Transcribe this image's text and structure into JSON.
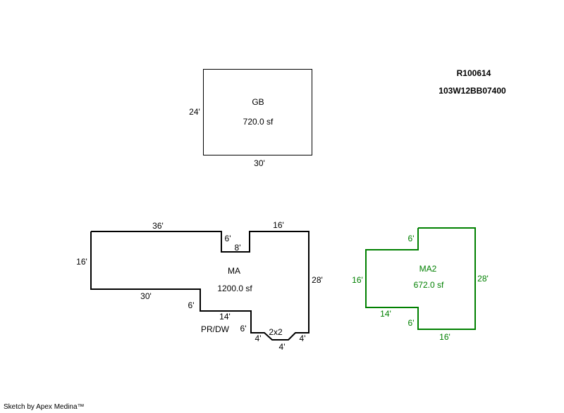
{
  "header": {
    "parcel_id": "R100614",
    "map_id": "103W12BB07400"
  },
  "colors": {
    "outline_black": "#000000",
    "outline_green": "#008000"
  },
  "areas": {
    "gb": {
      "label": "GB",
      "area": "720.0 sf",
      "dims": {
        "left": "24'",
        "bottom": "30'"
      }
    },
    "ma": {
      "label": "MA",
      "area": "1200.0 sf",
      "sublabel": "PR/DW",
      "notch_label": "2x2",
      "dims": {
        "top_left": "36'",
        "notch_down": "6'",
        "notch_bottom": "8'",
        "top_right": "16'",
        "left": "16'",
        "right": "28'",
        "bottom_left": "30'",
        "step_down": "6'",
        "step_across": "14'",
        "step_down2": "6'",
        "bump_left": "4'",
        "bump_bottom": "4'",
        "bump_right": "4'"
      }
    },
    "ma2": {
      "label": "MA2",
      "area": "672.0 sf",
      "dims": {
        "top_step": "6'",
        "left": "16'",
        "right": "28'",
        "bottom_step_across": "14'",
        "bottom_step_down": "6'",
        "bottom": "16'"
      }
    }
  },
  "footer": {
    "credit": "Sketch by Apex Medina™"
  }
}
